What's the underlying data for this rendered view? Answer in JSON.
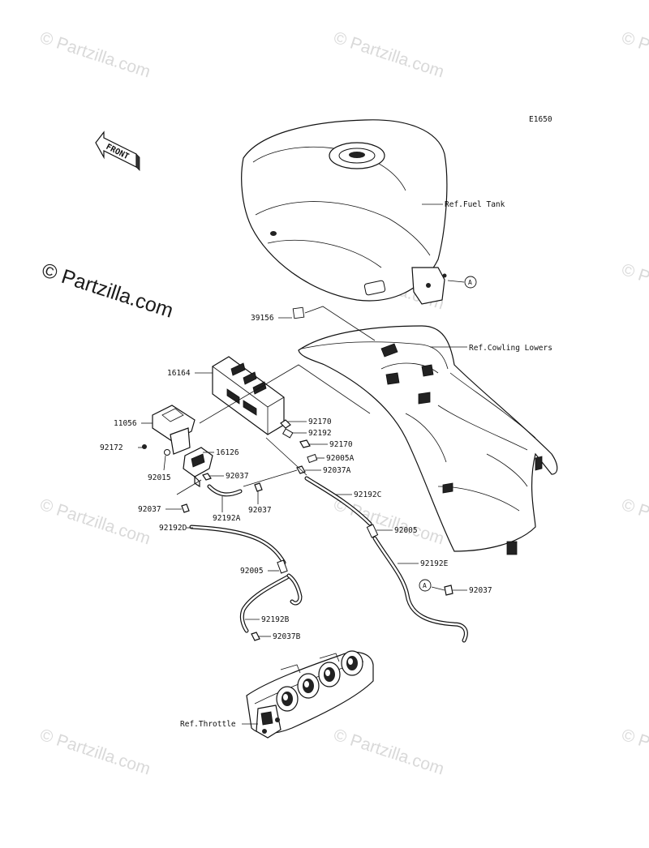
{
  "diagram": {
    "code": "E1650",
    "watermark": "© Partzilla.com",
    "front_label": "FRONT",
    "refs": {
      "fuel_tank": "Ref.Fuel Tank",
      "cowling": "Ref.Cowling Lowers",
      "throttle": "Ref.Throttle"
    },
    "callout_a": "A",
    "parts": [
      "39156",
      "16164",
      "11056",
      "92172",
      "16126",
      "92015",
      "92170",
      "92192",
      "92170",
      "92005A",
      "92037A",
      "92037",
      "92037",
      "92192A",
      "92037",
      "92192D",
      "92192C",
      "92005",
      "92192E",
      "92005",
      "92037",
      "92192B",
      "92037B"
    ]
  }
}
